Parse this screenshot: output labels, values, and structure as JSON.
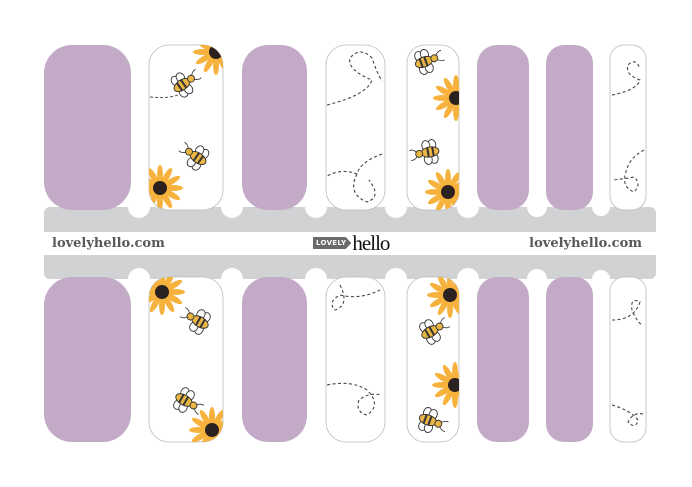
{
  "brand": {
    "site_url_left": "lovelyhello.com",
    "site_url_right": "lovelyhello.com",
    "logo_tag": "LOVELY",
    "logo_word": "hello"
  },
  "colors": {
    "lavender": "#c3abc8",
    "band_gray": "#d1d2d4",
    "sunflower": "#f6b23c",
    "bee_yellow": "#e9b544",
    "ink": "#3d3d45"
  },
  "nails": {
    "top_row": [
      "solid-lavender",
      "bee-sunflower",
      "solid-lavender",
      "dashed-flight-path",
      "bee-sunflower",
      "solid-lavender",
      "solid-lavender",
      "dashed-flight-path"
    ],
    "bottom_row": [
      "solid-lavender",
      "bee-sunflower",
      "solid-lavender",
      "dashed-flight-path",
      "bee-sunflower",
      "solid-lavender",
      "solid-lavender",
      "dashed-flight-path"
    ]
  }
}
